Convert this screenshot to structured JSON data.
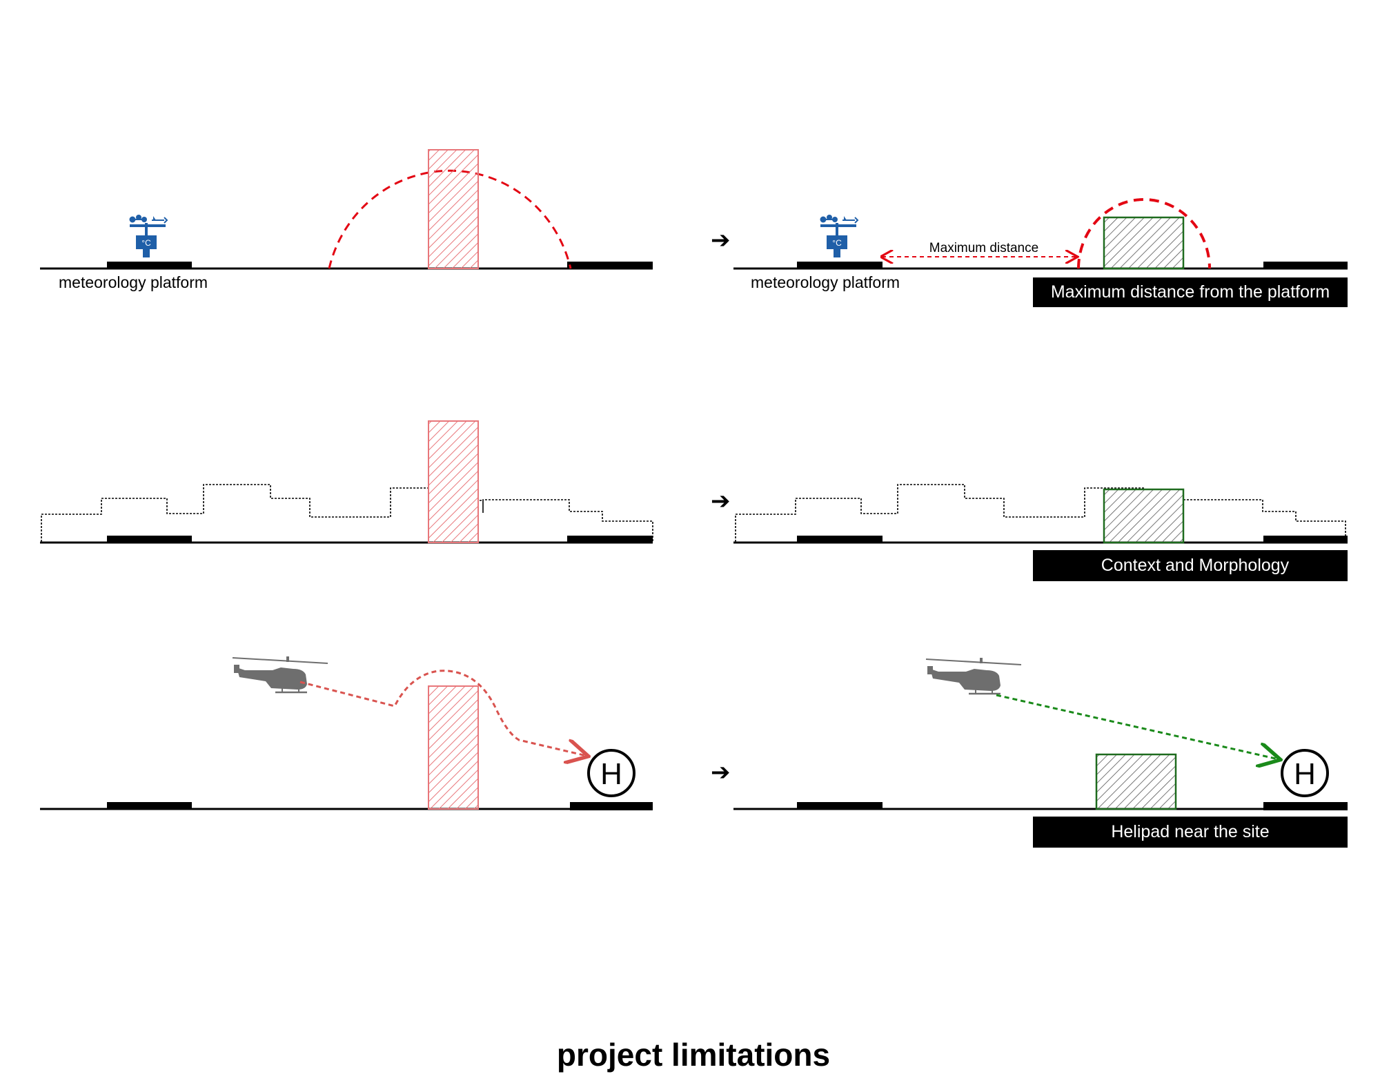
{
  "title": "project limitations",
  "arrow_glyph": "➔",
  "rows": [
    {
      "id": "row-1",
      "left": {
        "platform_label": "meteorology platform",
        "thermometer_unit": "°C"
      },
      "right": {
        "platform_label": "meteorology platform",
        "thermometer_unit": "°C",
        "distance_label": "Maximum distance",
        "caption": "Maximum distance from the platform"
      }
    },
    {
      "id": "row-2",
      "right": {
        "caption": "Context and Morphology"
      }
    },
    {
      "id": "row-3",
      "left": {
        "helipad_symbol": "H"
      },
      "right": {
        "helipad_symbol": "H",
        "caption": "Helipad near the site"
      }
    }
  ],
  "colors": {
    "ground": "#000000",
    "red_line": "#e30613",
    "red_hatch": "#e8767a",
    "green": "#1e6b1e",
    "green_path": "#1a8a1a",
    "grey_hatch": "#555555",
    "station_blue": "#1f5fa8",
    "helicopter": "#6e6e6e",
    "caption_bg": "#000000",
    "caption_text": "#ffffff"
  },
  "icons": [
    "weather-station-icon",
    "helicopter-icon",
    "helipad-icon",
    "arrow-right-icon"
  ]
}
